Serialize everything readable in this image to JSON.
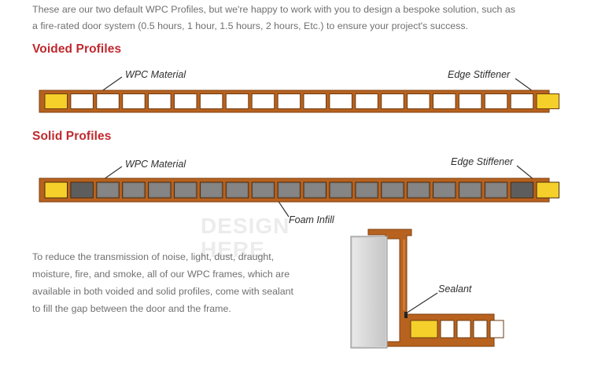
{
  "intro": {
    "line1": "These are our two default WPC Profiles, but we're happy to work with you to design a bespoke solution,  such as",
    "line2": "a fire-rated door system (0.5 hours, 1 hour, 1.5 hours, 2 hours, Etc.) to ensure your project's success."
  },
  "voided": {
    "heading": "Voided  Profiles",
    "label_material": "WPC Material",
    "label_stiffener": "Edge Stiffener"
  },
  "solid": {
    "heading": "Solid Profiles",
    "label_material": "WPC Material",
    "label_stiffener": "Edge Stiffener",
    "label_foam": "Foam Infill"
  },
  "frame": {
    "label_sealant": "Sealant"
  },
  "bottom_text": {
    "line1": "To reduce the transmission of noise, light, dust, draught,",
    "line2": "moisture, fire, and smoke, all of our WPC frames, which are",
    "line3": "available in both voided and solid profiles, come with sealant",
    "line4": "to fill the gap between  the door and the frame."
  },
  "watermark": {
    "line1": "DESIGN",
    "line2": "HERE"
  },
  "colors": {
    "heading_red": "#c0282e",
    "wpc_brown": "#b8621f",
    "stiffener_yellow": "#f5d02a",
    "foam_gray": "#7e7e7e"
  }
}
